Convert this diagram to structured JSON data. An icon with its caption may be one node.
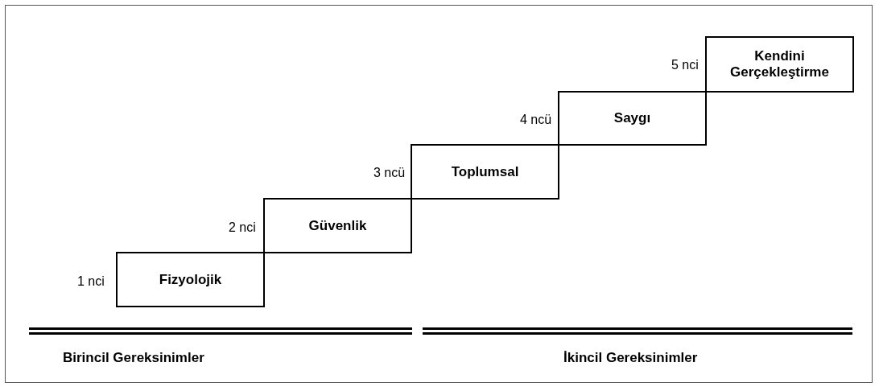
{
  "diagram": {
    "nodes": [
      {
        "text": [
          "Fizyolojik"
        ],
        "beside": [
          "1 nci"
        ]
      },
      {
        "text": [
          "Güvenlik"
        ],
        "beside": [
          "2 nci"
        ]
      },
      {
        "text": [
          "Toplumsal"
        ],
        "beside": [
          "3 ncü"
        ]
      },
      {
        "text": [
          "Saygı"
        ],
        "beside": [
          "4 ncü"
        ]
      },
      {
        "text": [
          "Kendini Gerçekleştirme"
        ],
        "beside": [
          "5 nci"
        ]
      }
    ],
    "edges": [],
    "labels": [
      "Birincil Gereksinimler",
      "İkincil Gereksinimler"
    ]
  }
}
